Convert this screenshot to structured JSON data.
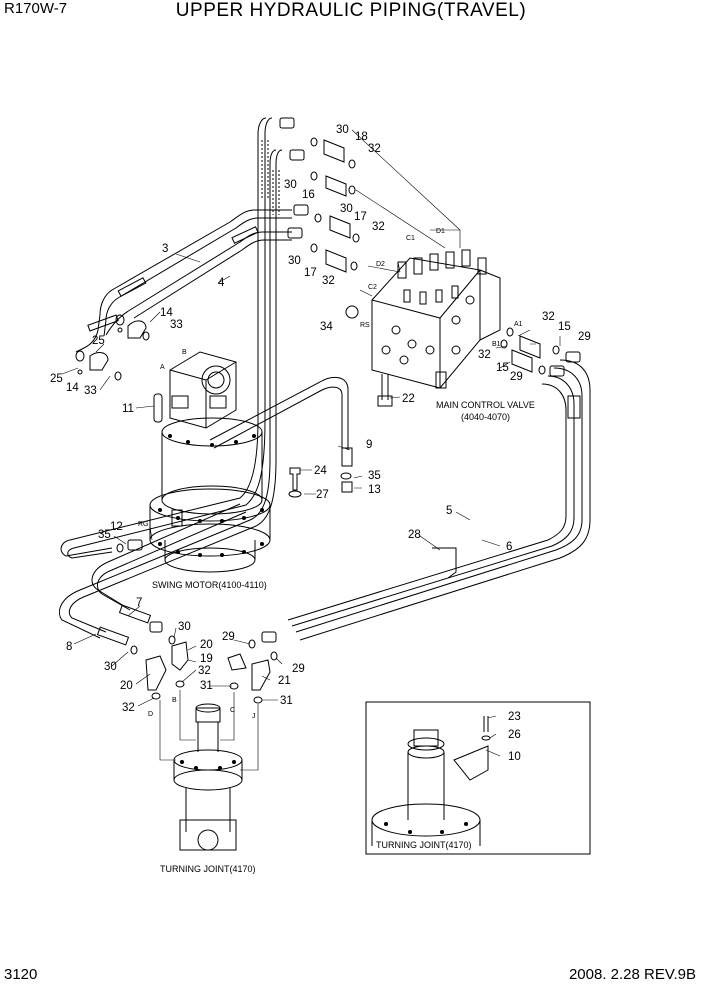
{
  "header": {
    "model": "R170W-7",
    "title": "UPPER HYDRAULIC PIPING(TRAVEL)"
  },
  "footer": {
    "page": "3120",
    "revision": "2008. 2.28  REV.9B"
  },
  "labels": {
    "swing_motor": "SWING MOTOR(4100-4110)",
    "main_control_valve": "MAIN CONTROL VALVE",
    "main_control_valve_code": "(4040-4070)",
    "turning_joint": "TURNING JOINT(4170)",
    "turning_joint_inset": "TURNING JOINT(4170)"
  },
  "ports": {
    "a": "A",
    "b": "B",
    "c1": "C1",
    "c2": "C2",
    "d1": "D1",
    "d2": "D2",
    "rs": "RS",
    "rg": "RG",
    "a1": "A1",
    "b1": "B1",
    "tj_d": "D",
    "tj_b": "B",
    "tj_c": "C",
    "tj_j": "J"
  },
  "callouts": [
    "30",
    "18",
    "32",
    "30",
    "16",
    "30",
    "17",
    "32",
    "30",
    "17",
    "32",
    "C2",
    "3",
    "4",
    "14",
    "33",
    "25",
    "25",
    "14",
    "33",
    "11",
    "34",
    "15",
    "32",
    "29",
    "32",
    "15",
    "29",
    "22",
    "9",
    "24",
    "35",
    "27",
    "13",
    "5",
    "28",
    "6",
    "12",
    "35",
    "7",
    "8",
    "30",
    "30",
    "20",
    "19",
    "29",
    "32",
    "20",
    "31",
    "21",
    "29",
    "32",
    "31",
    "23",
    "26",
    "10"
  ]
}
